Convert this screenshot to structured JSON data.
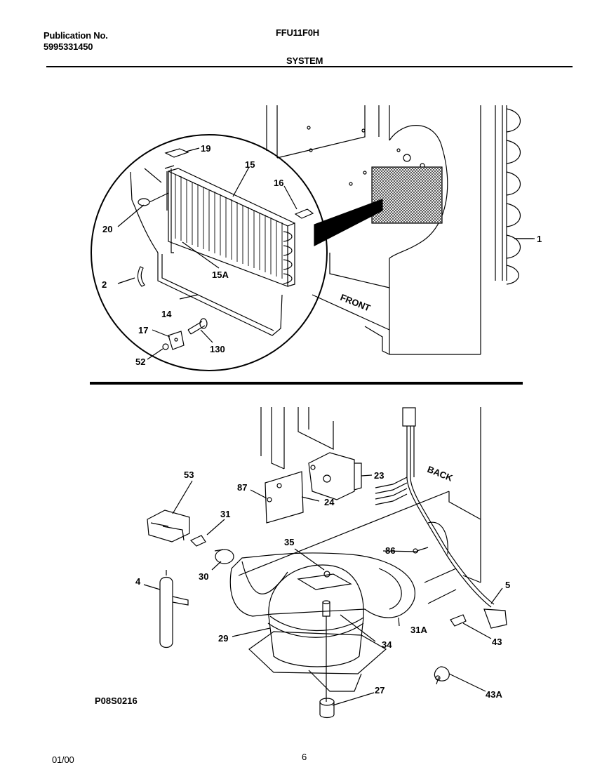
{
  "header": {
    "publication_label": "Publication No.",
    "publication_number": "5995331450",
    "model": "FFU11F0H",
    "section": "SYSTEM"
  },
  "diagram_labels": {
    "front": "FRONT",
    "back": "BACK",
    "drawing_code": "P08S0216"
  },
  "callouts": {
    "c1": "1",
    "c2": "2",
    "c14": "14",
    "c15": "15",
    "c15a": "15A",
    "c16": "16",
    "c17": "17",
    "c19": "19",
    "c20": "20",
    "c52": "52",
    "c130": "130",
    "c53": "53",
    "c87": "87",
    "c23": "23",
    "c24": "24",
    "c31": "31",
    "c35": "35",
    "c86": "86",
    "c4": "4",
    "c30": "30",
    "c5": "5",
    "c29": "29",
    "c31a": "31A",
    "c34": "34",
    "c43": "43",
    "c27": "27",
    "c43a": "43A"
  },
  "footer": {
    "date": "01/00",
    "page": "6"
  }
}
